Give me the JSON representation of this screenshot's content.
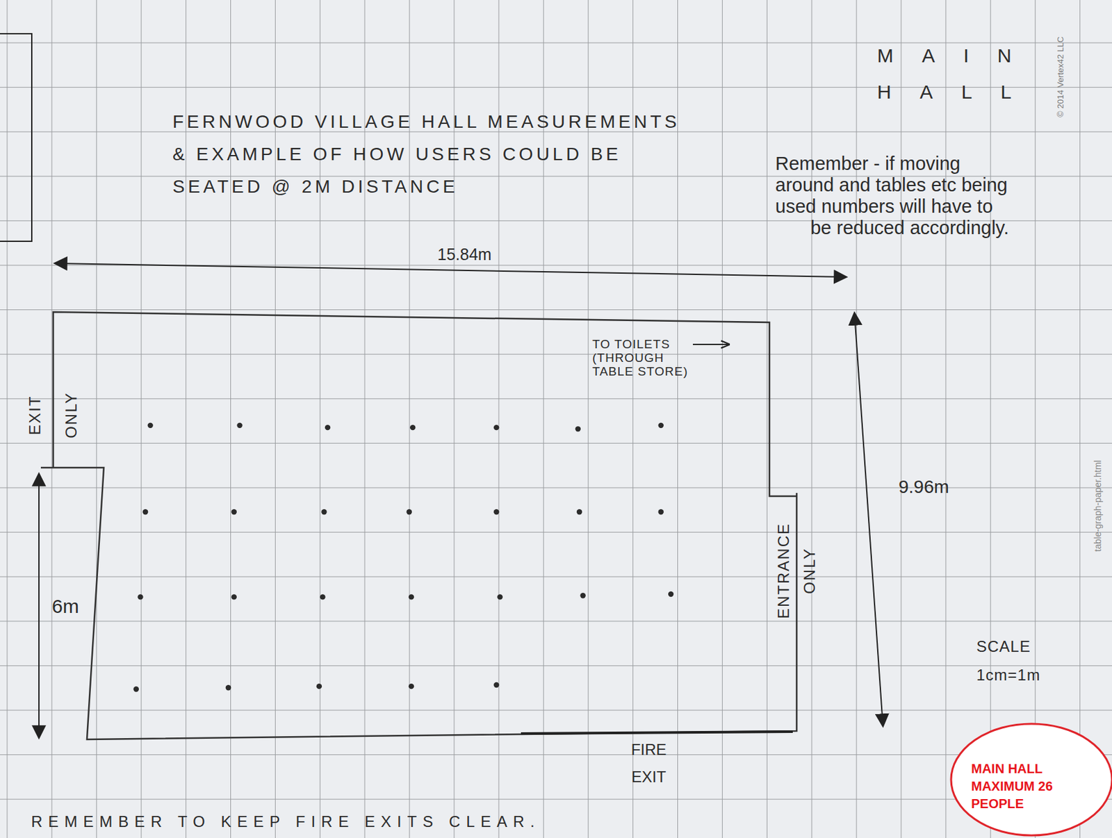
{
  "diagram": {
    "title": "FERNWOOD VILLAGE HALL MEASUREMENTS & EXAMPLE OF HOW USERS COULD BE SEATED @ 2M DISTANCE",
    "nodes": [
      {
        "text": [
          "MAIN HALL MAXIMUM 26 PEOPLE"
        ]
      }
    ],
    "labels": [
      "MAIN HALL",
      "© 2014 Vertex42 LLC",
      "Remember - if moving around and tables etc being used numbers will have to be reduced accordingly.",
      "15.84m",
      "9.96m",
      "6m",
      "EXIT ONLY",
      "ENTRANCE ONLY",
      "TO TOILETS (THROUGH TABLE STORE)",
      "FIRE EXIT",
      "SCALE 1cm=1m",
      "REMEMBER TO KEEP FIRE EXITS CLEAR.",
      "table-graph-paper.html"
    ]
  }
}
